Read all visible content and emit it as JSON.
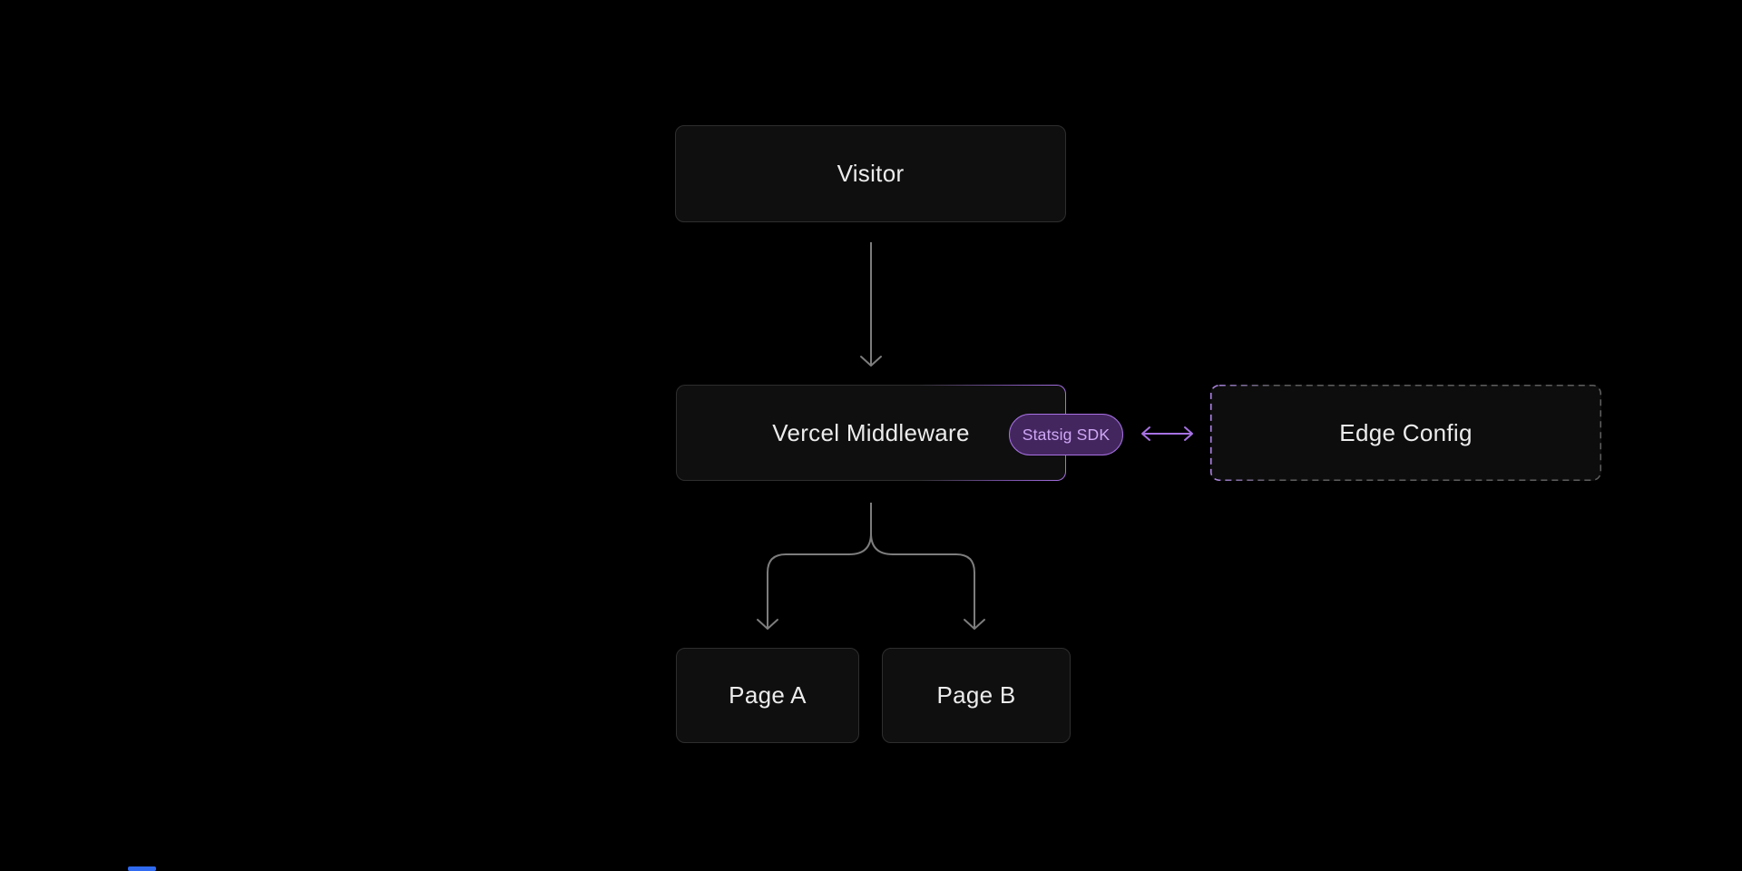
{
  "diagram": {
    "nodes": {
      "visitor": {
        "label": "Visitor"
      },
      "middleware": {
        "label": "Vercel Middleware"
      },
      "sdk_badge": {
        "label": "Statsig SDK"
      },
      "edge_config": {
        "label": "Edge Config"
      },
      "page_a": {
        "label": "Page A"
      },
      "page_b": {
        "label": "Page B"
      }
    },
    "edges": [
      {
        "from": "Visitor",
        "to": "Vercel Middleware",
        "type": "arrow",
        "color": "gray"
      },
      {
        "from": "Vercel Middleware",
        "to": "Edge Config",
        "type": "double-arrow",
        "color": "purple",
        "via": "Statsig SDK"
      },
      {
        "from": "Vercel Middleware",
        "to": "Page A",
        "type": "arrow",
        "color": "gray"
      },
      {
        "from": "Vercel Middleware",
        "to": "Page B",
        "type": "arrow",
        "color": "gray"
      }
    ],
    "colors": {
      "background": "#000000",
      "box_bg": "#0f0f0f",
      "box_border": "#2e2e2e",
      "box_text": "#ececec",
      "accent_purple": "#a671e2",
      "accent_purple_dim": "#7c54ad",
      "badge_bg": "#44265f",
      "badge_text": "#cfa7f6",
      "dashed_border": "#5e5e5e",
      "dashed_border_purple": "#b48aec",
      "arrow_gray": "#7d7d7d",
      "blue_notch": "#2f6af0"
    }
  }
}
